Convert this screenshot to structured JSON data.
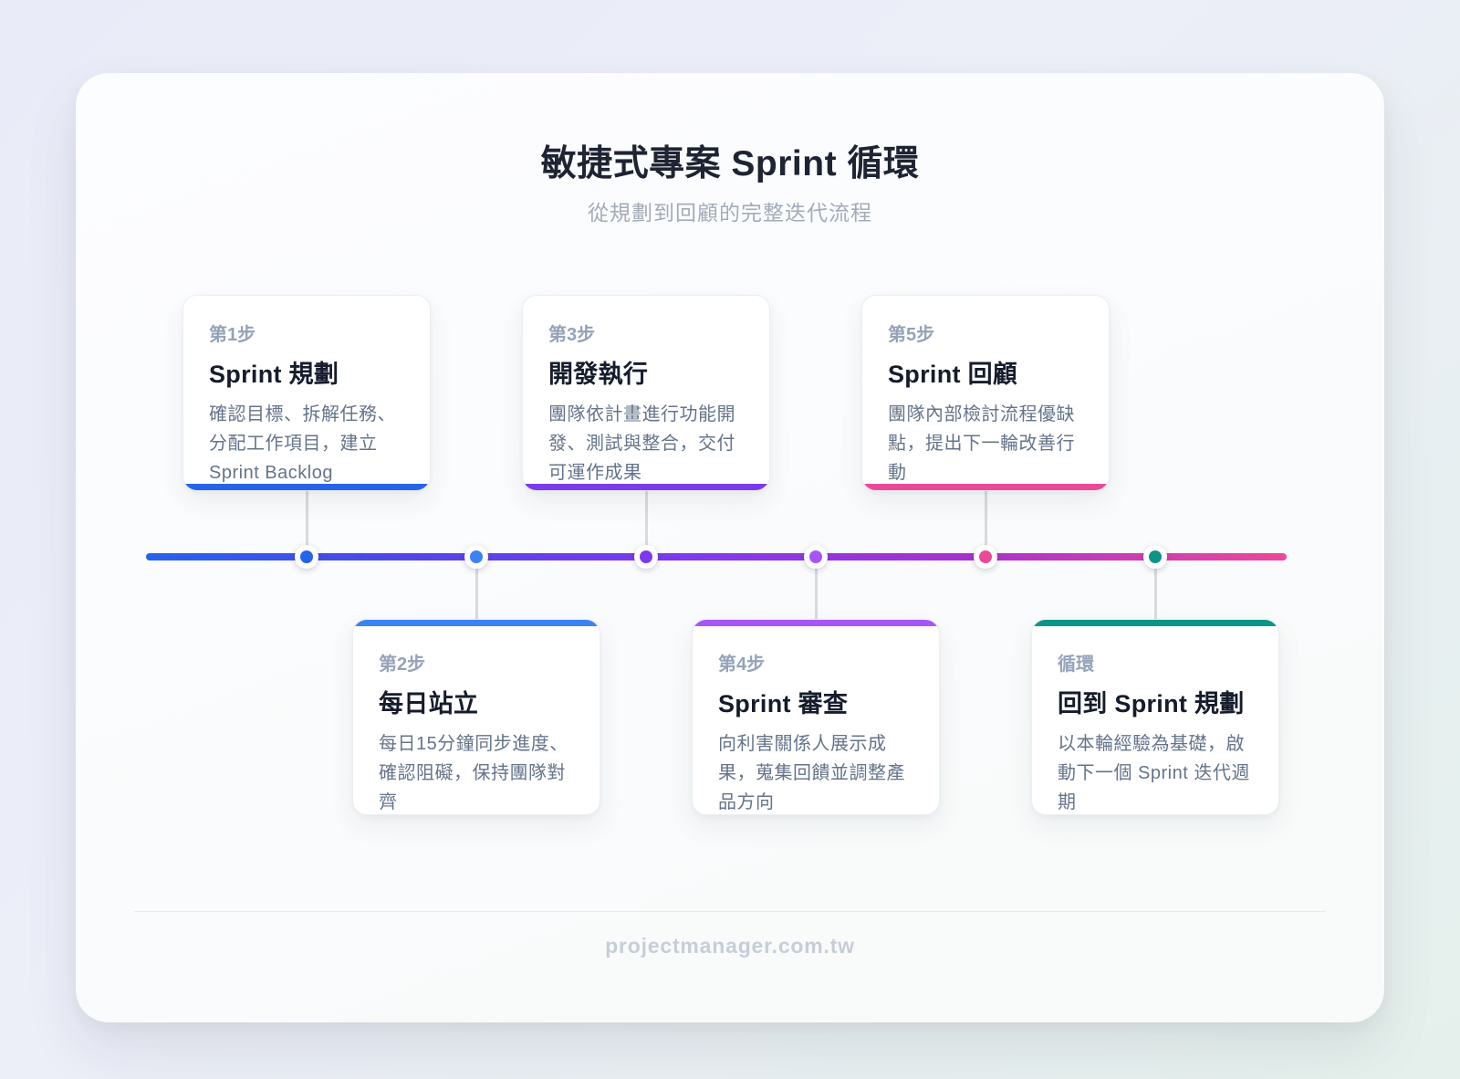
{
  "header": {
    "title": "敏捷式專案 Sprint 循環",
    "subtitle": "從規劃到回顧的完整迭代流程"
  },
  "steps": [
    {
      "label": "第1步",
      "title": "Sprint 規劃",
      "desc": "確認目標、拆解任務、分配工作項目，建立 Sprint Backlog",
      "accent": "#2563eb",
      "dot_color": "#2563eb",
      "position": "top"
    },
    {
      "label": "第2步",
      "title": "每日站立",
      "desc": "每日15分鐘同步進度、確認阻礙，保持團隊對齊",
      "accent": "#3b82f6",
      "dot_color": "#3b82f6",
      "position": "bottom"
    },
    {
      "label": "第3步",
      "title": "開發執行",
      "desc": "團隊依計畫進行功能開發、測試與整合，交付可運作成果",
      "accent": "#7c3aed",
      "dot_color": "#7c3aed",
      "position": "top"
    },
    {
      "label": "第4步",
      "title": "Sprint 審查",
      "desc": "向利害關係人展示成果，蒐集回饋並調整產品方向",
      "accent": "#a855f7",
      "dot_color": "#a855f7",
      "position": "bottom"
    },
    {
      "label": "第5步",
      "title": "Sprint 回顧",
      "desc": "團隊內部檢討流程優缺點，提出下一輪改善行動",
      "accent": "#ec4899",
      "dot_color": "#ec4899",
      "position": "top"
    },
    {
      "label": "循環",
      "title": "回到 Sprint 規劃",
      "desc": "以本輪經驗為基礎，啟動下一個 Sprint 迭代週期",
      "accent": "#0d9488",
      "dot_color": "#0d9488",
      "position": "bottom"
    }
  ],
  "timeline": {
    "gradient": [
      "#2563eb",
      "#7c3aed",
      "#ec4899"
    ]
  },
  "footer": {
    "brand": "projectmanager.com.tw"
  }
}
